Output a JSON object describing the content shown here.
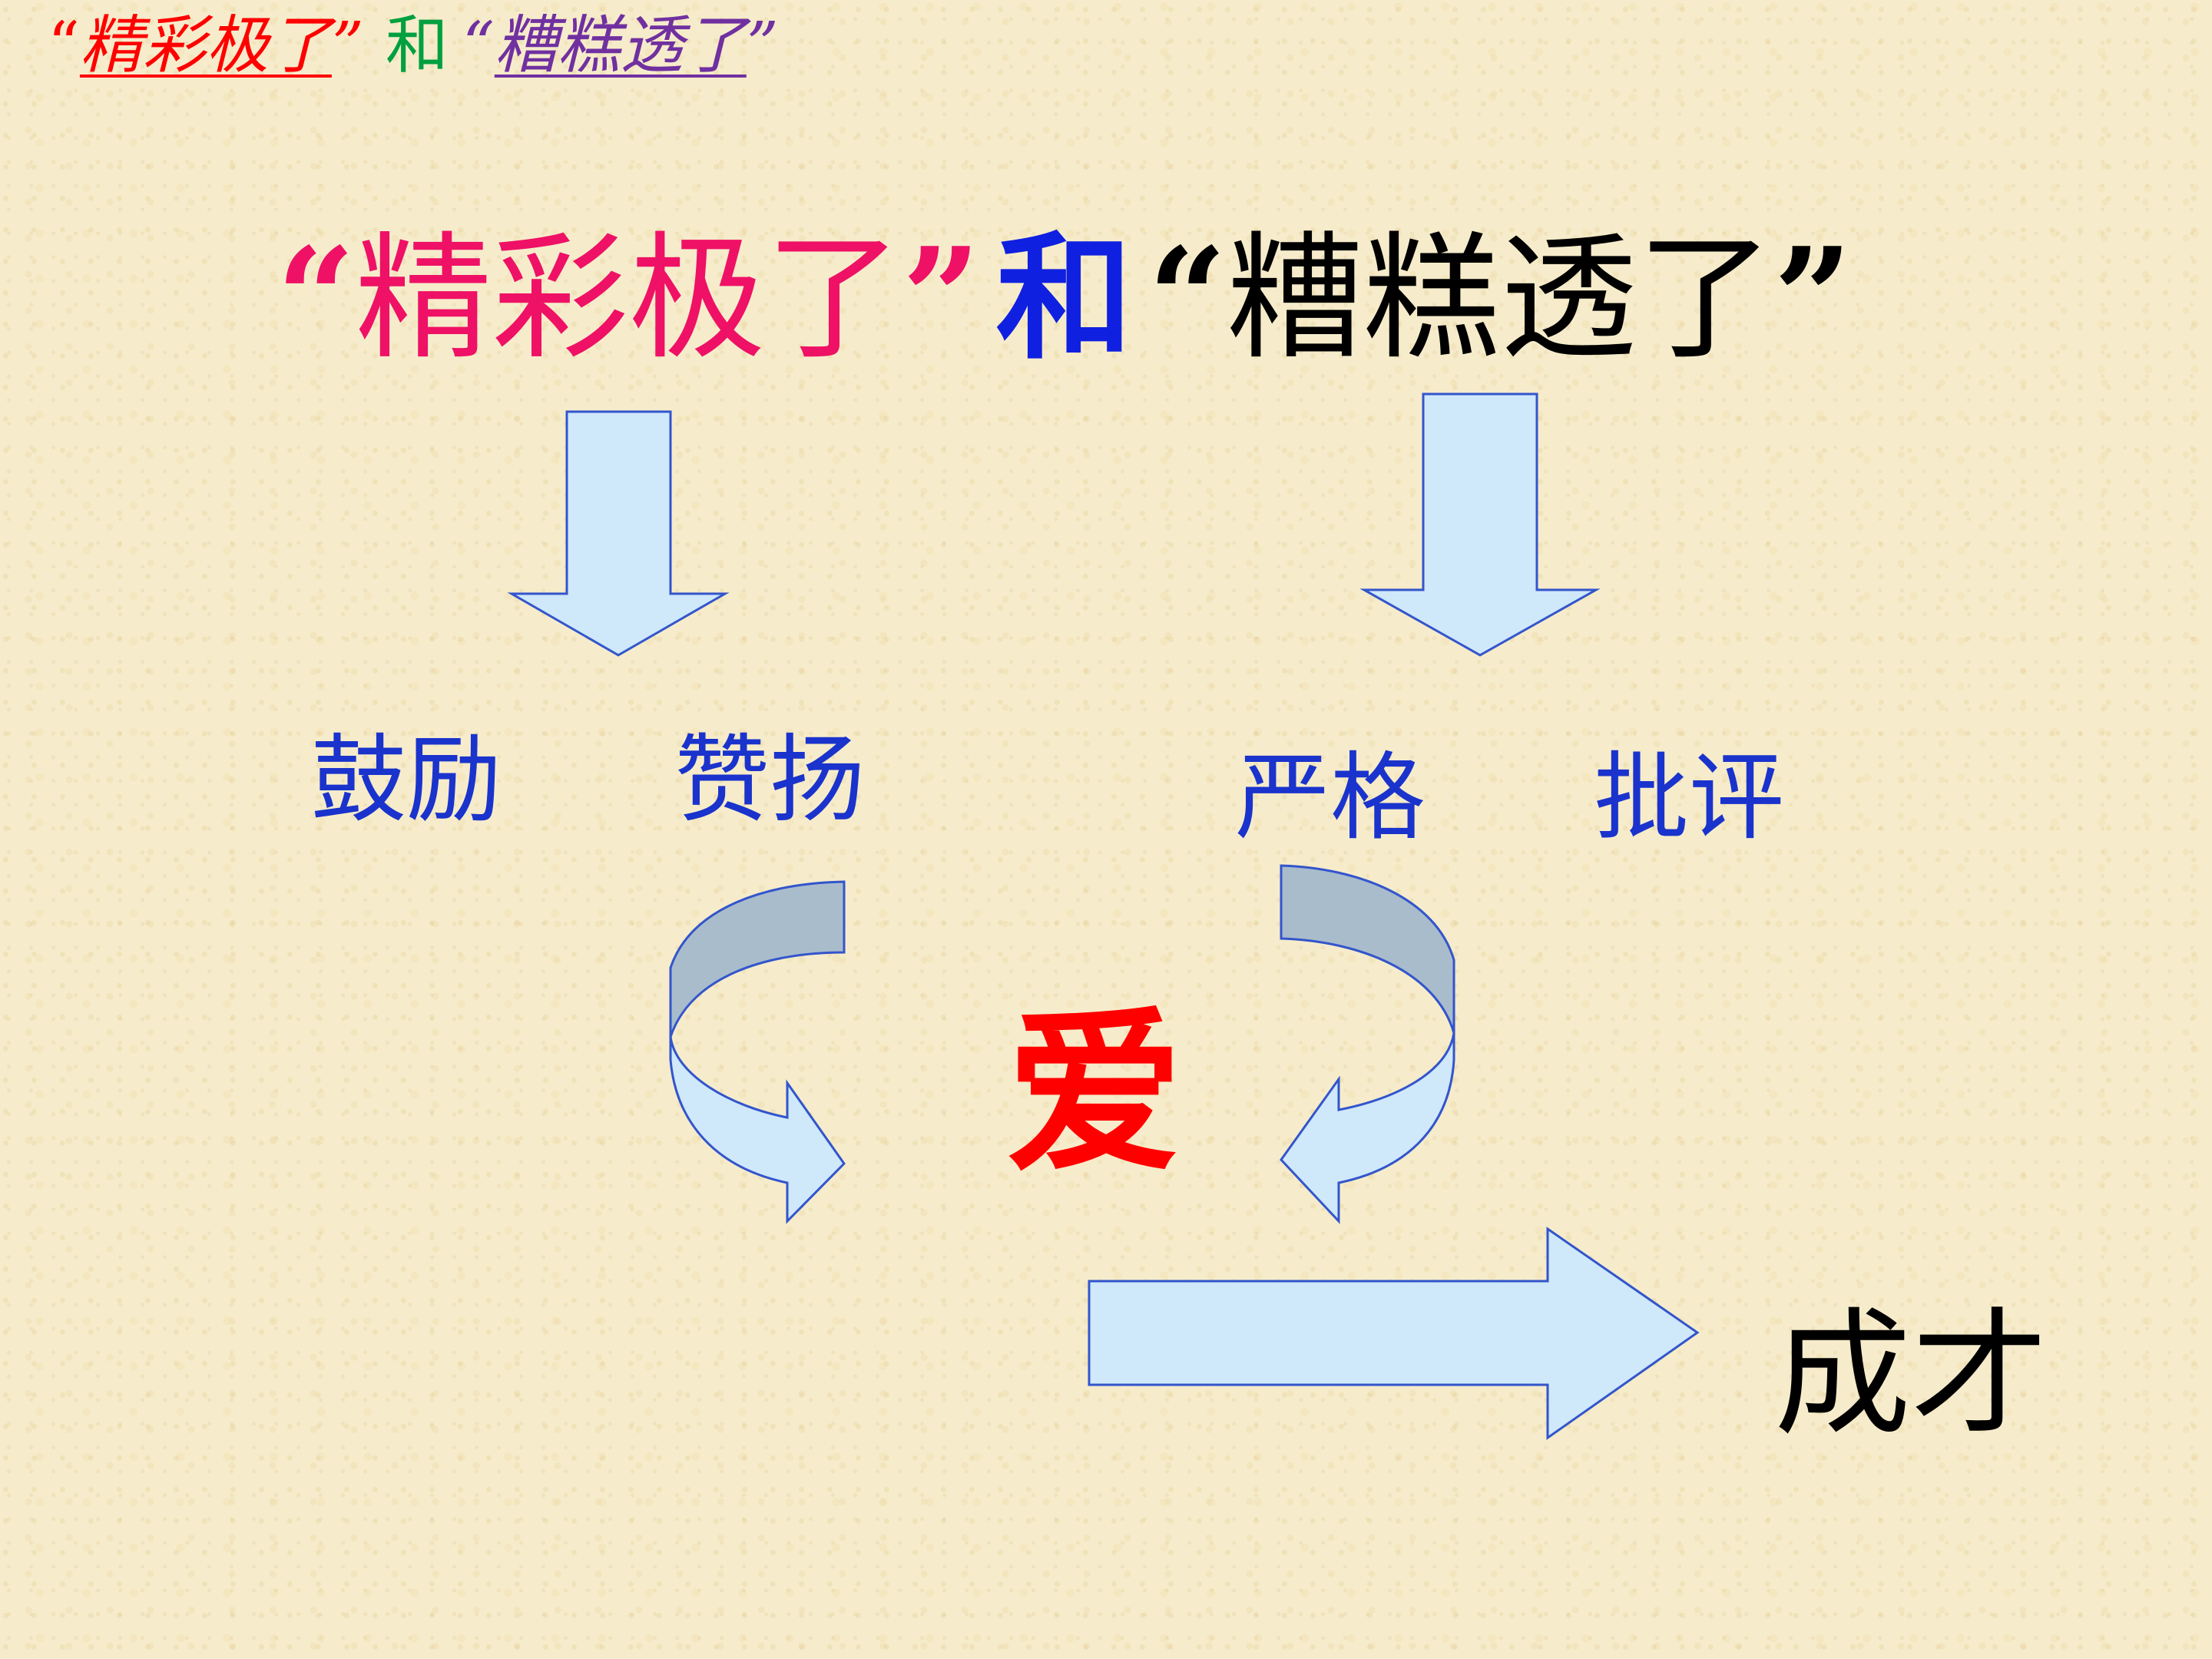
{
  "small_title": {
    "open_quote": "“",
    "part1": "精彩极了",
    "close_quote": "”",
    "connector": "和",
    "open_quote2": "“",
    "part2": "糟糕透了",
    "close_quote2": "”"
  },
  "big_title": {
    "open_quote": "“",
    "part1": "精彩极了",
    "close_quote": "”",
    "connector": "和",
    "open_quote2": "“",
    "part2": "糟糕透了",
    "close_quote2": "”"
  },
  "left_labels": [
    "鼓励",
    "赞扬"
  ],
  "right_labels": [
    "严格",
    "批评"
  ],
  "center_word": "爱",
  "result_word": "成才",
  "colors": {
    "arrow_fill": "#cfe8fa",
    "arrow_stroke": "#3355cc",
    "curve_inner_fill": "#a9bccc",
    "pink": "#ee1166",
    "blue": "#1020e0",
    "red": "#ff0000",
    "green": "#00a040",
    "purple": "#7030a0"
  }
}
